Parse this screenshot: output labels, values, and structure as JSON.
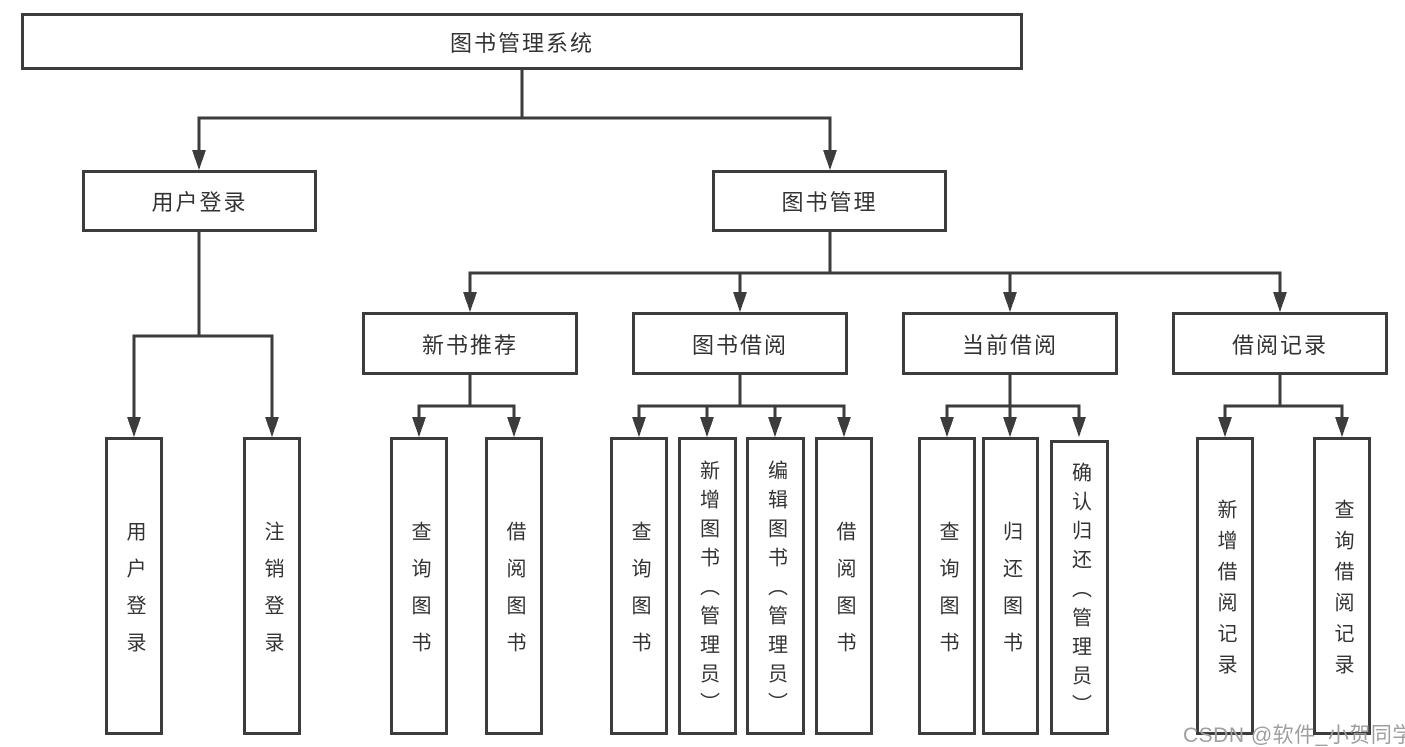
{
  "diagram": {
    "root": {
      "label": "图书管理系统"
    },
    "branches": [
      {
        "label": "用户登录",
        "children": [
          {
            "label": "用户登录"
          },
          {
            "label": "注销登录"
          }
        ]
      },
      {
        "label": "图书管理",
        "children": [
          {
            "label": "新书推荐",
            "children": [
              {
                "label": "查询图书"
              },
              {
                "label": "借阅图书"
              }
            ]
          },
          {
            "label": "图书借阅",
            "children": [
              {
                "label": "查询图书"
              },
              {
                "label": "新增图书（管理员）"
              },
              {
                "label": "编辑图书（管理员）"
              },
              {
                "label": "借阅图书"
              }
            ]
          },
          {
            "label": "当前借阅",
            "children": [
              {
                "label": "查询图书"
              },
              {
                "label": "归还图书"
              },
              {
                "label": "确认归还（管理员）"
              }
            ]
          },
          {
            "label": "借阅记录",
            "children": [
              {
                "label": "新增借阅记录"
              },
              {
                "label": "查询借阅记录"
              }
            ]
          }
        ]
      }
    ]
  },
  "watermark": {
    "text": "CSDN @软件_小贺同学"
  },
  "colors": {
    "line": "#3c3c3c",
    "text": "#333333",
    "box_fill": "#ffffff",
    "watermark": "#9f9f9f",
    "background": "#ffffff"
  }
}
